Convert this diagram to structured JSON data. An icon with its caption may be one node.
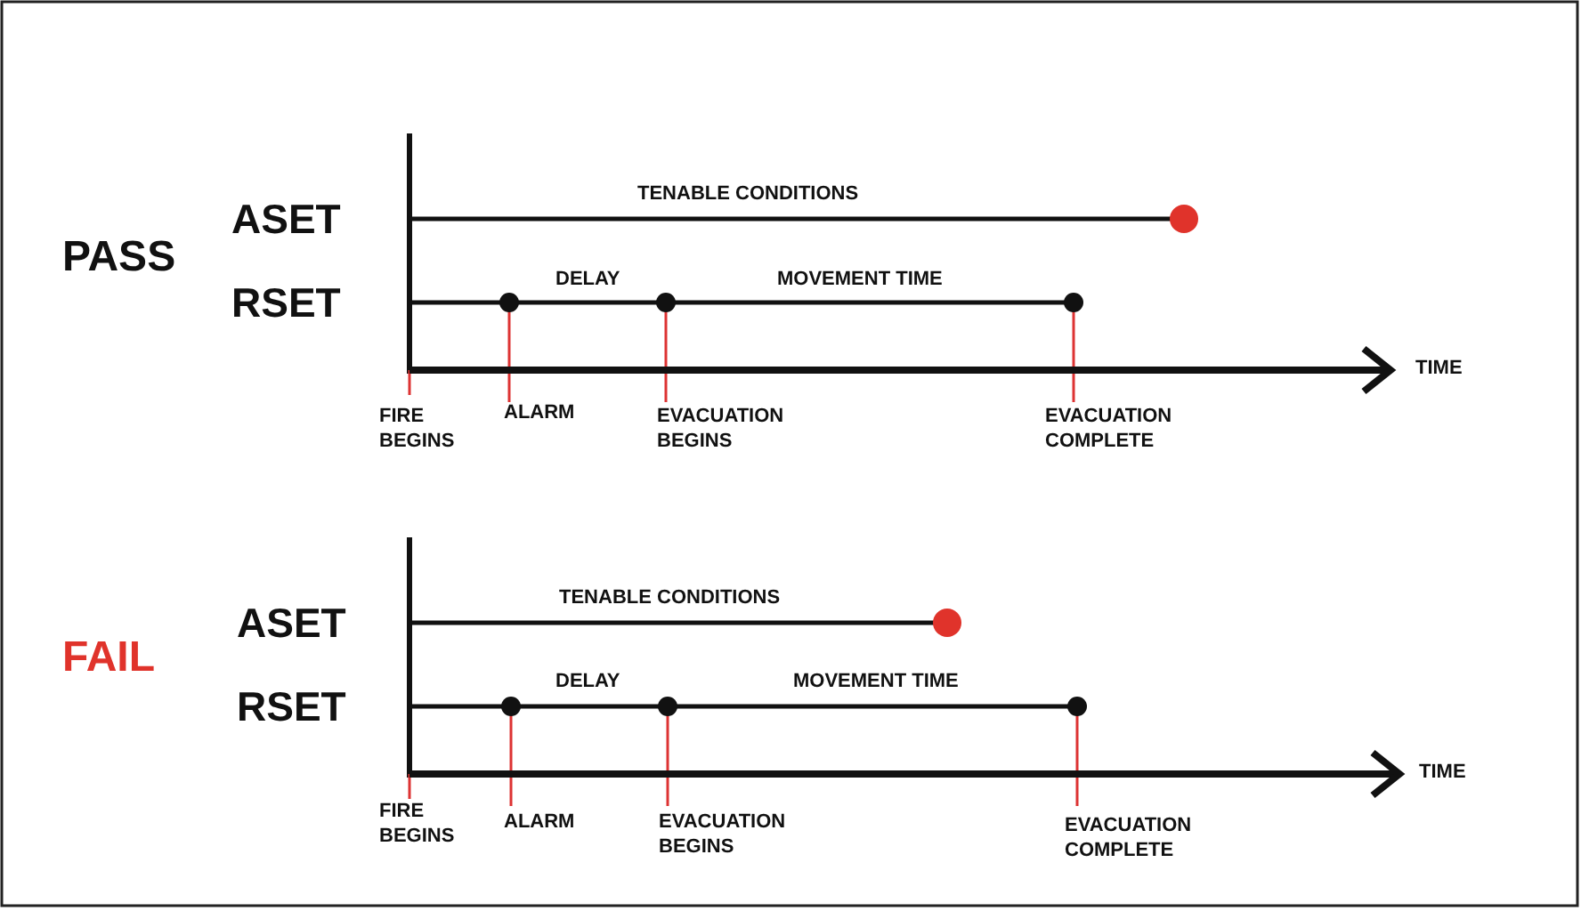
{
  "diagram": {
    "labels": [
      "TENABLE CONDITIONS",
      "ASET",
      "PASS",
      "DELAY",
      "MOVEMENT TIME",
      "RSET",
      "TIME",
      "FIRE BEGINS",
      "ALARM",
      "EVACUATION BEGINS",
      "EVACUATION COMPLETE",
      "TENABLE CONDITIONS",
      "ASET",
      "FAIL",
      "DELAY",
      "MOVEMENT TIME",
      "RSET",
      "TIME",
      "FIRE BEGINS",
      "ALARM",
      "EVACUATION BEGINS",
      "EVACUATION COMPLETE"
    ]
  }
}
